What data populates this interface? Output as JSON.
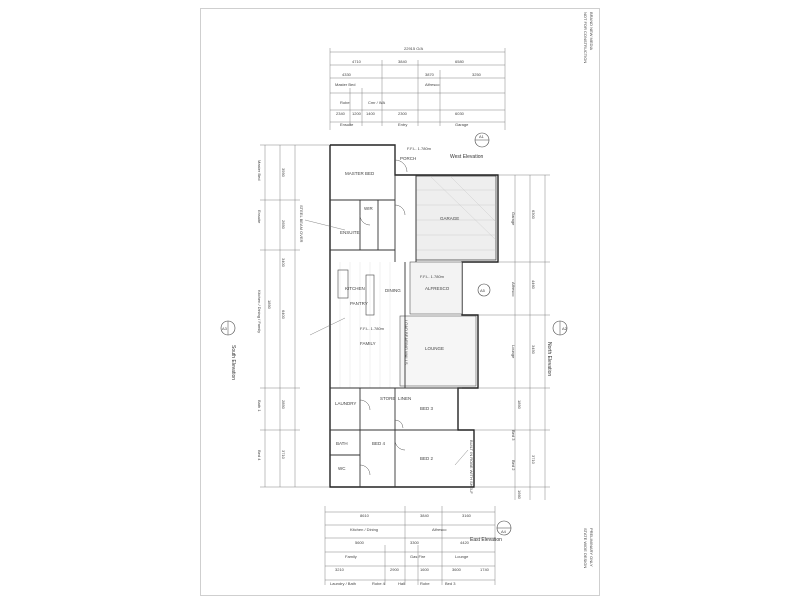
{
  "title_block": {
    "lines": [
      "BRAND NEW MEDIA",
      "NOT FOR CONSTRUCTION",
      "PRELIMINARY ONLY",
      "STATE WIDE DESIGN"
    ]
  },
  "elevations": {
    "west": "West Elevation",
    "north": "North Elevation",
    "south": "South Elevation",
    "east": "East Elevation"
  },
  "markers": {
    "a1": "A1",
    "a2": "A2",
    "a3": "A3",
    "a4": "A4",
    "a5": "A5"
  },
  "top_dims": {
    "overall": "22915 O/A",
    "row1": [
      "4710",
      "3840",
      "6580"
    ],
    "row2": [
      "4330",
      "3870",
      "3250"
    ],
    "row3": [
      "2340",
      "1200",
      "1400",
      "2300",
      "6030"
    ],
    "labels_row1": [
      "Master Bed",
      "Alfresco"
    ],
    "labels_row2": [
      "Robe",
      "Cmr / WA"
    ],
    "labels_row3": [
      "Ensuite",
      "Entry",
      "Garage"
    ]
  },
  "rooms": {
    "porch": "PORCH",
    "master_bed": "MASTER BED",
    "wir": "WIR",
    "ensuite": "ENSUITE",
    "garage": "GARAGE",
    "kitchen": "KITCHEN",
    "dining": "DINING",
    "alfresco": "ALFRESCO",
    "family": "FAMILY",
    "lounge": "LOUNGE",
    "laundry": "LAUNDRY",
    "bed3": "BED 3",
    "bed4": "BED 4",
    "bed2": "BED 2",
    "bath": "BATH",
    "wc": "WC",
    "linen": "LINEN",
    "store": "STORE",
    "pantry": "PANTRY"
  },
  "notes": {
    "ffl": "F.F.L. 1.780m",
    "note1": "STEEL BEAM OVER",
    "note2": "LOAD BEARING WALLS",
    "note3": "BUILT IN ROBE WITH SHELF"
  },
  "bottom_dims": {
    "row1": [
      "8610",
      "3840",
      "3160"
    ],
    "labels_row1": [
      "Kitchen / Dining",
      "Alfresco"
    ],
    "row2": [
      "5600",
      "3300",
      "4420"
    ],
    "labels_row2": [
      "Family",
      "Gas Fire",
      "Lounge"
    ],
    "row3": [
      "3210",
      "2900",
      "1600",
      "3600",
      "1740"
    ],
    "labels_row3": [
      "Laundry / Bath",
      "Robe 4",
      "Hall",
      "Robe",
      "Bed 3"
    ]
  },
  "side_dims": {
    "left": [
      "3990",
      "2650",
      "3400",
      "1890",
      "6400",
      "2850",
      "3710"
    ],
    "right": [
      "6300",
      "4460",
      "3450",
      "3710",
      "1890",
      "1660"
    ],
    "left_labels": [
      "Master Bed",
      "Ensuite",
      "Kitchen / Dining / Family",
      "Bath 1",
      "Bed 4"
    ],
    "right_labels": [
      "Garage",
      "Alfresco",
      "Lounge",
      "Bed 3",
      "Bed 2"
    ]
  }
}
